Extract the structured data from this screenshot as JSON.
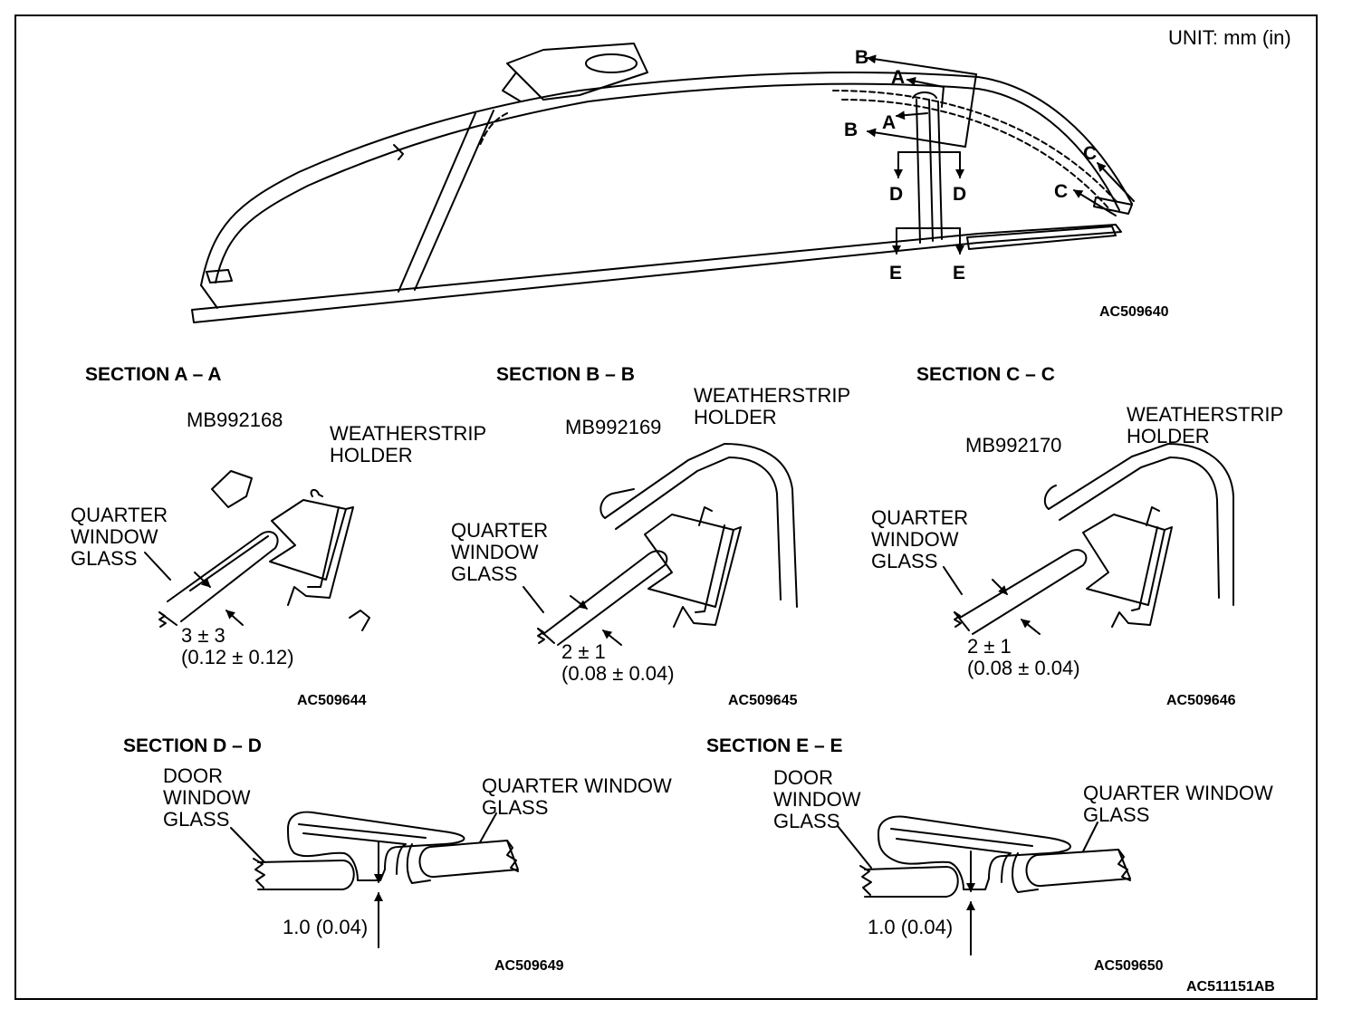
{
  "unit": "UNIT: mm (in)",
  "overview": {
    "code": "AC509640",
    "markers": {
      "a": "A",
      "b": "B",
      "c": "C",
      "d": "D",
      "e": "E"
    }
  },
  "sections": {
    "aa": {
      "title": "SECTION A – A",
      "tool": "MB992168",
      "holder": "WEATHERSTRIP\nHOLDER",
      "glass": "QUARTER\nWINDOW\nGLASS",
      "dim": "3 ± 3",
      "dim_in": "(0.12 ± 0.12)",
      "code": "AC509644"
    },
    "bb": {
      "title": "SECTION B – B",
      "tool": "MB992169",
      "holder": "WEATHERSTRIP\nHOLDER",
      "glass": "QUARTER\nWINDOW\nGLASS",
      "dim": "2 ± 1",
      "dim_in": "(0.08 ± 0.04)",
      "code": "AC509645"
    },
    "cc": {
      "title": "SECTION C – C",
      "tool": "MB992170",
      "holder": "WEATHERSTRIP\nHOLDER",
      "glass": "QUARTER\nWINDOW\nGLASS",
      "dim": "2 ± 1",
      "dim_in": "(0.08 ± 0.04)",
      "code": "AC509646"
    },
    "dd": {
      "title": "SECTION D – D",
      "door": "DOOR\nWINDOW\nGLASS",
      "quarter": "QUARTER WINDOW\nGLASS",
      "dim": "1.0 (0.04)",
      "code": "AC509649"
    },
    "ee": {
      "title": "SECTION E – E",
      "door": "DOOR\nWINDOW\nGLASS",
      "quarter": "QUARTER WINDOW\nGLASS",
      "dim": "1.0 (0.04)",
      "code": "AC509650"
    }
  },
  "figure_code": "AC511151AB"
}
